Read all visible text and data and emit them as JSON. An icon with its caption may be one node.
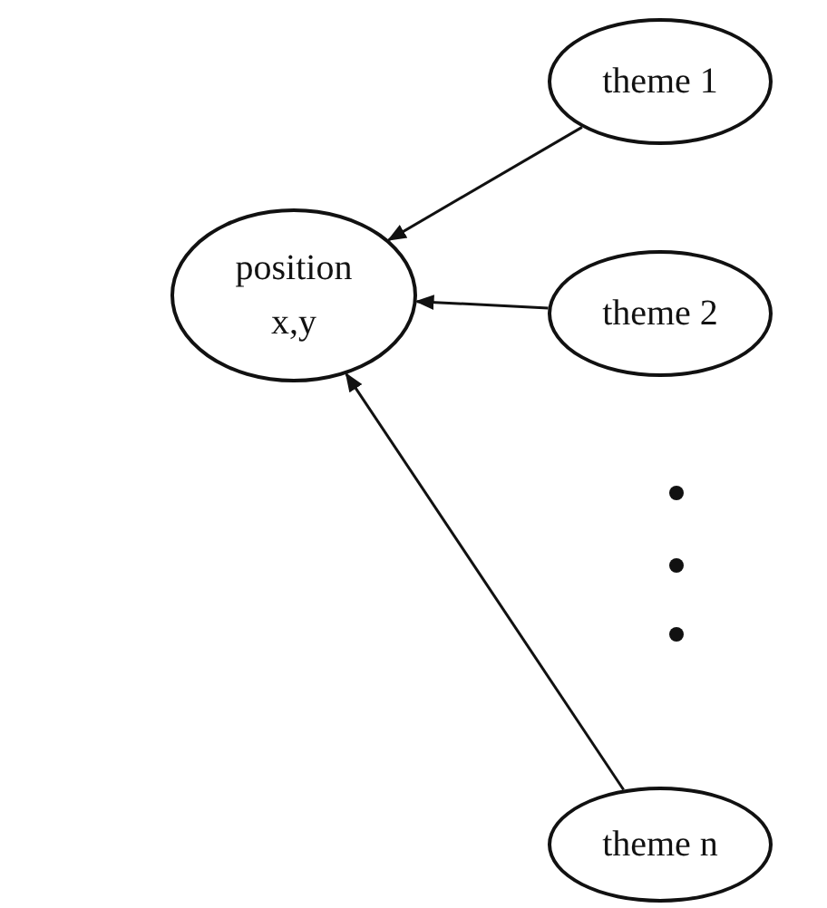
{
  "diagram": {
    "nodes": [
      {
        "text": [
          "position x,y"
        ]
      },
      {
        "text": [
          "theme 1"
        ]
      },
      {
        "text": [
          "theme 2"
        ]
      },
      {
        "text": [
          "theme n"
        ]
      }
    ],
    "edges": [
      {
        "from": 1,
        "to": 0,
        "arrow": "to"
      },
      {
        "from": 2,
        "to": 0,
        "arrow": "to"
      },
      {
        "from": 3,
        "to": 0,
        "arrow": "to"
      }
    ]
  }
}
